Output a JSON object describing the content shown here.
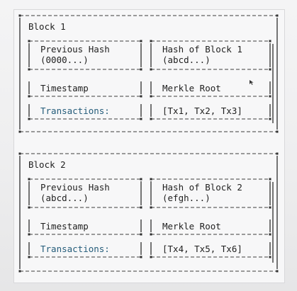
{
  "diagram": {
    "blocks": [
      {
        "title": "Block 1",
        "rows": [
          {
            "left": [
              "Previous Hash",
              "(0000...)"
            ],
            "right": [
              "Hash of Block 1",
              "(abcd...)"
            ]
          },
          {
            "left": [
              "Timestamp"
            ],
            "right": [
              "Merkle Root"
            ]
          },
          {
            "left": [
              "Transactions:"
            ],
            "right": [
              "[Tx1, Tx2, Tx3]"
            ]
          }
        ]
      },
      {
        "title": "Block 2",
        "rows": [
          {
            "left": [
              "Previous Hash",
              "(abcd...)"
            ],
            "right": [
              "Hash of Block 2",
              "(efgh...)"
            ]
          },
          {
            "left": [
              "Timestamp"
            ],
            "right": [
              "Merkle Root"
            ]
          },
          {
            "left": [
              "Transactions:"
            ],
            "right": [
              "[Tx4, Tx5, Tx6]"
            ]
          }
        ]
      }
    ],
    "colors": {
      "line": "#3c3c3c",
      "text": "#1f1f1f",
      "transactions_label": "#245c7a",
      "background": "#f7f7f8"
    }
  }
}
